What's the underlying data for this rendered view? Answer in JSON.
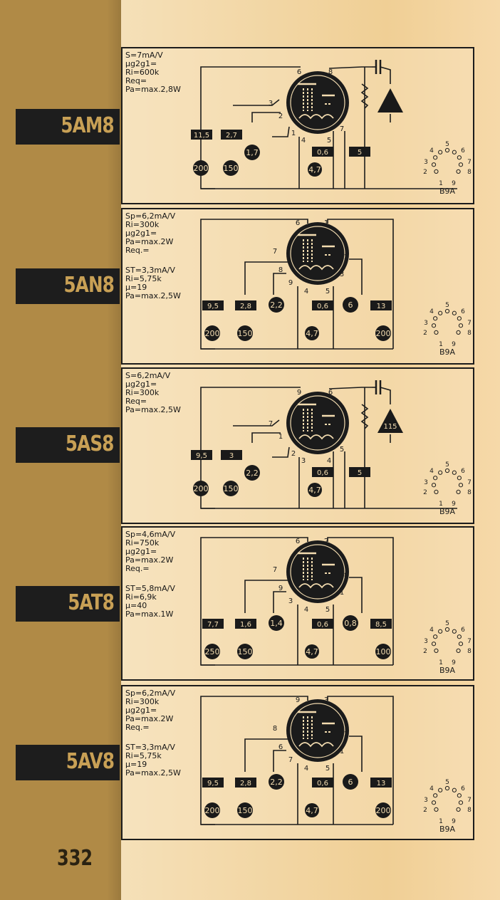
{
  "page_number": "332",
  "entries": [
    {
      "tube": "5AM8",
      "specs": [
        "S=7mA/V",
        "µg2g1=",
        "Ri=600k",
        "Req=",
        "Pa=max.2,8W"
      ],
      "specs2": [],
      "pins": [
        "6",
        "8",
        "3",
        "2",
        "1",
        "4",
        "5",
        "7"
      ],
      "boxes": [
        "11,5",
        "2,7",
        "0,6",
        "5"
      ],
      "circles": [
        "200",
        "150",
        "1,7",
        "4,7"
      ],
      "base": {
        "label": "B9A",
        "numbers": [
          "4",
          "5",
          "6",
          "3",
          "7",
          "2",
          "8",
          "1",
          "9"
        ]
      }
    },
    {
      "tube": "5AN8",
      "specs": [
        "Sp=6,2mA/V",
        "Ri=300k",
        "µg2g1=",
        "Pa=max.2W",
        "Req.="
      ],
      "specs2": [
        "ST=3,3mA/V",
        "Ri=5,75k",
        "µ=19",
        "Pa=max.2,5W"
      ],
      "pins": [
        "6",
        "1",
        "7",
        "2",
        "8",
        "9",
        "4",
        "5",
        "3"
      ],
      "boxes": [
        "9,5",
        "2,8",
        "0,6",
        "13"
      ],
      "circles": [
        "200",
        "150",
        "2,2",
        "4,7",
        "6",
        "200"
      ],
      "base": {
        "label": "B9A",
        "numbers": [
          "4",
          "5",
          "6",
          "3",
          "7",
          "2",
          "8",
          "1",
          "9"
        ]
      }
    },
    {
      "tube": "5AS8",
      "specs": [
        "S=6,2mA/V",
        "µg2g1=",
        "Ri=300k",
        "Req=",
        "Pa=max.2,5W"
      ],
      "specs2": [],
      "pins": [
        "9",
        "6",
        "7",
        "1",
        "2",
        "3",
        "4",
        "5",
        "8"
      ],
      "boxes": [
        "9,5",
        "3",
        "0,6",
        "5"
      ],
      "circles": [
        "200",
        "150",
        "2,2",
        "4,7",
        "115"
      ],
      "base": {
        "label": "B9A",
        "numbers": [
          "4",
          "5",
          "6",
          "3",
          "7",
          "2",
          "8",
          "1",
          "9"
        ]
      }
    },
    {
      "tube": "5AT8",
      "specs": [
        "Sp=4,6mA/V",
        "Ri=750k",
        "µg2g1=",
        "Pa=max.2W",
        "Req.="
      ],
      "specs2": [
        "ST=5,8mA/V",
        "Ri=6,9k",
        "µ=40",
        "Pa=max.1W"
      ],
      "pins": [
        "6",
        "2",
        "7",
        "8",
        "9",
        "3",
        "4",
        "5",
        "1"
      ],
      "boxes": [
        "7,7",
        "1,6",
        "0,6",
        "8,5"
      ],
      "circles": [
        "250",
        "150",
        "1,4",
        "4,7",
        "0,8",
        "100"
      ],
      "base": {
        "label": "B9A",
        "numbers": [
          "4",
          "5",
          "6",
          "3",
          "7",
          "2",
          "8",
          "1",
          "9"
        ]
      }
    },
    {
      "tube": "5AV8",
      "specs": [
        "Sp=6,2mA/V",
        "Ri=300k",
        "µg2g1=",
        "Pa=max.2W",
        "Req.="
      ],
      "specs2": [
        "ST=3,3mA/V",
        "Ri=5,75k",
        "µ=19",
        "Pa=max.2,5W"
      ],
      "pins": [
        "9",
        "3",
        "8",
        "2",
        "6",
        "7",
        "4",
        "5",
        "1"
      ],
      "boxes": [
        "9,5",
        "2,8",
        "0,6",
        "13"
      ],
      "circles": [
        "200",
        "150",
        "2,2",
        "4,7",
        "6",
        "200"
      ],
      "base": {
        "label": "B9A",
        "numbers": [
          "4",
          "5",
          "6",
          "3",
          "7",
          "2",
          "8",
          "1",
          "9"
        ]
      }
    }
  ],
  "colors": {
    "gutter": "#b08a46",
    "tab": "#1d1d1d",
    "tab_text": "#c8a055",
    "ink": "#1c1c1c"
  }
}
